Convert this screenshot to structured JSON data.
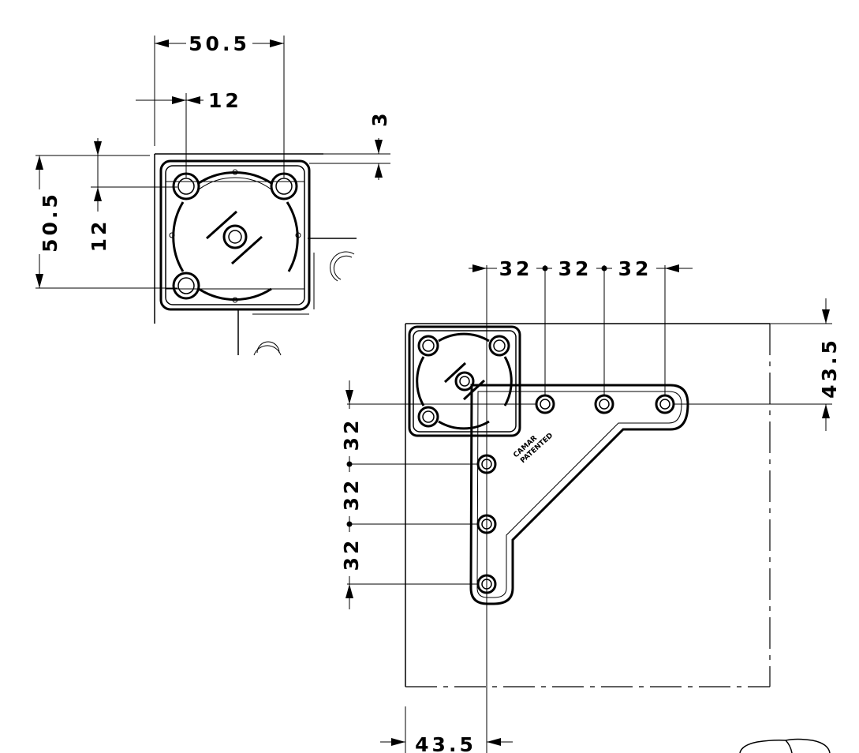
{
  "dimensions": {
    "top_width": "50.5",
    "top_hole_offset_x": "12",
    "top_edge_gap": "3",
    "top_height": "50.5",
    "top_hole_offset_y": "12",
    "right_holes": [
      "32",
      "32",
      "32"
    ],
    "left_holes": [
      "32",
      "32",
      "32"
    ],
    "right_offset": "43.5",
    "bottom_offset": "43.5"
  },
  "plate": {
    "brand": "CAMAR",
    "mark": "PATENTED"
  }
}
